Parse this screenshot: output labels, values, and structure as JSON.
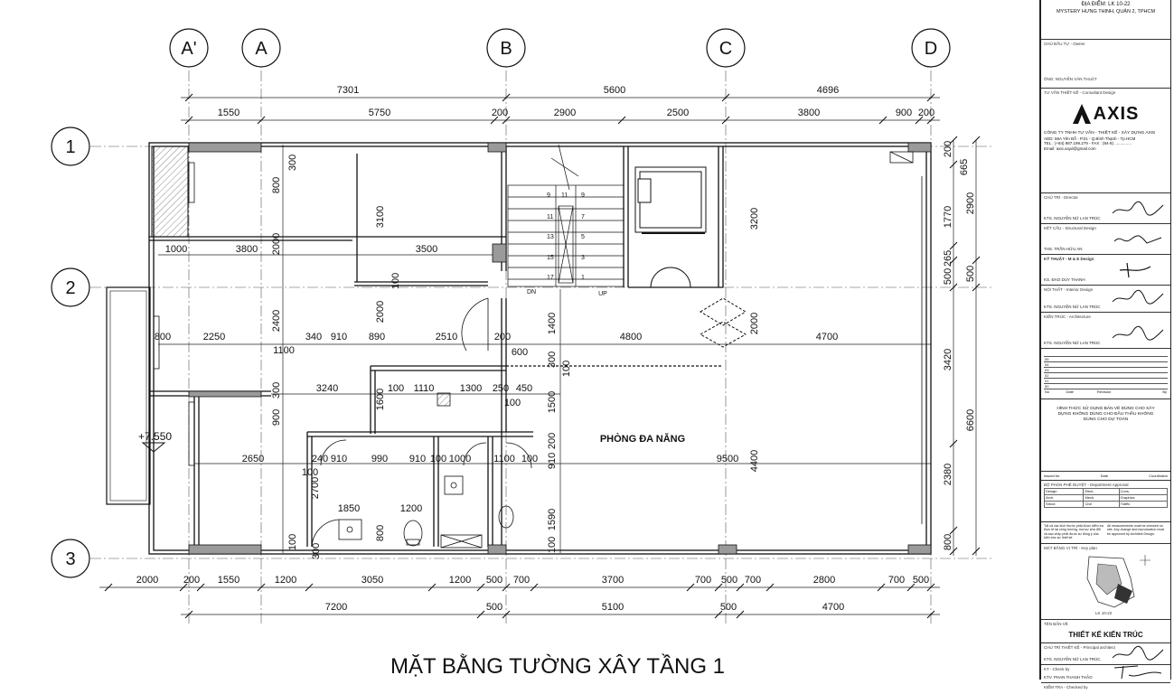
{
  "drawing": {
    "title": "MẶT BẰNG TƯỜNG XÂY TẦNG 1",
    "room_label": "PHÒNG ĐA NĂNG",
    "level_mark": "+7.550",
    "axes_columns": [
      "A'",
      "A",
      "B",
      "C",
      "D"
    ],
    "axes_rows": [
      "1",
      "2",
      "3"
    ],
    "dims_top_total": [
      "7301",
      "5600",
      "4696"
    ],
    "dims_top_detail": [
      "1550",
      "5750",
      "200",
      "2900",
      "2500",
      "3800",
      "900",
      "200"
    ],
    "dims_bottom_detail": [
      "2000",
      "200",
      "1550",
      "1200",
      "3050",
      "1200",
      "500",
      "700",
      "3700",
      "700",
      "500",
      "700",
      "2800",
      "700",
      "500"
    ],
    "dims_bottom_total": [
      "7200",
      "500",
      "5100",
      "500",
      "4700"
    ],
    "dims_right_a": [
      "200",
      "665",
      "1770",
      "265",
      "500",
      "3420",
      "2380",
      "800"
    ],
    "dims_right_b": [
      "2900",
      "500",
      "6600"
    ],
    "dims_interior": [
      "300",
      "800",
      "2000",
      "3100",
      "1000",
      "3800",
      "3500",
      "3200",
      "100",
      "2400",
      "2000",
      "1400",
      "2000",
      "800",
      "2250",
      "1100",
      "340",
      "910",
      "890",
      "2510",
      "200",
      "600",
      "4800",
      "4700",
      "300",
      "100",
      "300",
      "3240",
      "1600",
      "100",
      "1110",
      "1300",
      "250",
      "450",
      "1500",
      "100",
      "900",
      "2650",
      "240",
      "910",
      "990",
      "910",
      "100",
      "1000",
      "1100",
      "100",
      "200",
      "910",
      "9500",
      "4400",
      "2700",
      "100",
      "1850",
      "1200",
      "800",
      "1590",
      "100",
      "100",
      "300",
      "DN",
      "UP"
    ],
    "stair_numbers": [
      "9",
      "11",
      "9",
      "11",
      "7",
      "13",
      "5",
      "15",
      "3",
      "17",
      "1"
    ]
  },
  "titleblock": {
    "location_label": "ĐỊA ĐIỂM:",
    "location_code": "LK 10-22",
    "location_name": "MYSTERY HƯNG THỊNH, QUẬN 2, TPHCM",
    "owner_label": "CHỦ ĐẦU TƯ - Owner",
    "owner_name": "ÔNG: NGUYỄN VĂN THUẬT",
    "consultant_label": "TƯ VẤN THIẾT KẾ - Consultant Design",
    "logo_text": "AXIS",
    "company_name": "CÔNG TY TNHH TƯ VẤN - THIẾT KẾ - XÂY DỰNG AXIS",
    "company_addr": "ADD: 56A Yên Đỗ - P.01 - Q.Bình Thạnh - Tp.HCM",
    "company_tel": "TEL : (+84) 987.199.279 - FAX : (84-8) ...............",
    "company_email": "Email: axis.xayd@gmail.com",
    "roles": [
      {
        "label": "CHỦ TRÌ - Director",
        "name": "KTS. NGUYỄN NỮ LAN TRÚC"
      },
      {
        "label": "KẾT CẤU - Structural Design",
        "name": "THS. TRẦN HỮU AN"
      },
      {
        "label": "KỸ THUẬT - M & E Design",
        "name": "KS. ĐÀO DUY THANH"
      },
      {
        "label": "NỘI THẤT - Interior Design",
        "name": "KTS. NGUYỄN NỮ LAN TRÚC"
      },
      {
        "label": "KIẾN TRÚC - Architecture",
        "name": "KTS. NGUYỄN NỮ LAN TRÚC"
      }
    ],
    "revision_rows": [
      "05",
      "04",
      "03",
      "02",
      "01",
      "00"
    ],
    "revision_headers": [
      "No",
      "Date",
      "Revision",
      "By"
    ],
    "usage_note": "HÌNH THỨC SỬ DỤNG BẢN VẼ DÙNG CHO XÂY DỰNG KHÔNG DÙNG CHO ĐẤU THẦU KHÔNG DÙNG CHO DỰ TOÁN",
    "issued_for": "Issued for",
    "issued_date": "Date",
    "issued_coord": "Coordinator",
    "approval_label": "BỘ PHẬN PHÊ DUYỆT - Department Approval",
    "approval_rows": [
      [
        "Design",
        "Elect.",
        "Cons."
      ],
      [
        "Arch.",
        "Mech.",
        "Graphics"
      ],
      [
        "Struct.",
        "Civil",
        "Traffic"
      ]
    ],
    "note_left": "Tất cả các kích thước phải được kiểm tra thực tế tại công trường, mọi sự sửa đổi và sao chép phải được sự đồng ý của kiến trúc sư thiết kế.",
    "note_right": "All measurements must be checked on site. Any change and reproduction must be approved by Architect Design.",
    "keyplan_label": "MẶT BẰNG VỊ TRÍ - Key plan",
    "keyplan_code": "LK 10-22",
    "drawing_title_label": "TÊN BẢN VẼ",
    "drawing_title": "THIẾT KẾ KIẾN TRÚC",
    "principal_label": "CHỦ TRÌ THIẾT KẾ - Principal architect",
    "principal_name": "KTS. NGUYỄN NỮ LAN TRÚC",
    "checked_label": "KT - Check by",
    "checked_name": "KTV. PHAN THANH THẢO",
    "drawn_label": "KIỂM TRA - Checked by"
  },
  "colors": {
    "line": "#111111",
    "column": "#9a9a9a",
    "hatch": "#555555"
  }
}
